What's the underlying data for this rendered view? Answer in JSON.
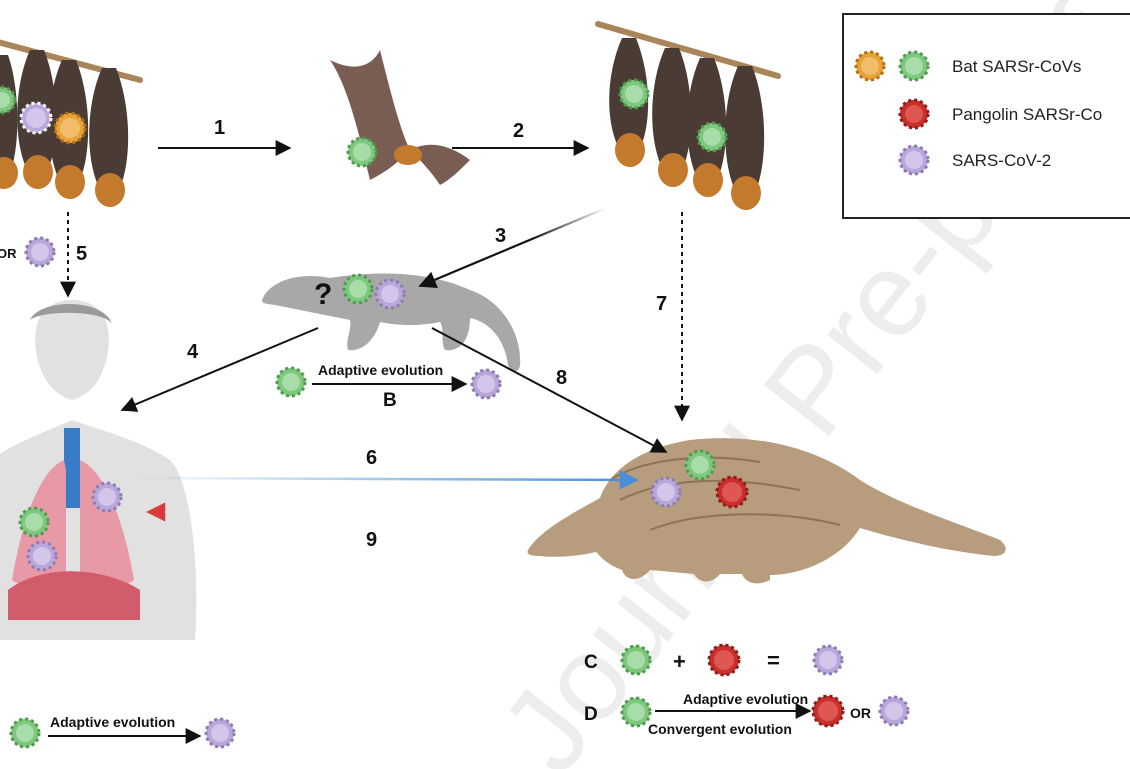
{
  "colors": {
    "bat_virus": "#e8a23a",
    "bat_virus_green": "#7ec87e",
    "pangolin_virus": "#c9302c",
    "sars_cov2": "#b9a7d9",
    "arrow_blue": "#4a8fd6",
    "arrow_red": "#d93a3a"
  },
  "legend": {
    "items": [
      {
        "label": "Bat SARSr-CoVs"
      },
      {
        "label": "Pangolin SARSr-Co"
      },
      {
        "label": "SARS-CoV-2"
      }
    ]
  },
  "route_numbers": [
    "1",
    "2",
    "3",
    "4",
    "5",
    "6",
    "7",
    "8",
    "9"
  ],
  "labels": {
    "or_left": "OR",
    "unknown_host": "?",
    "adaptive_evolution_b": "Adaptive evolution",
    "b": "B",
    "c": "C",
    "plus": "+",
    "equals": "=",
    "d": "D",
    "adaptive_evolution_d": "Adaptive evolution",
    "convergent_evolution": "Convergent  evolution",
    "or_d": "OR",
    "adaptive_evolution_a": "Adaptive evolution"
  },
  "watermark": "Journal Pre-proof"
}
